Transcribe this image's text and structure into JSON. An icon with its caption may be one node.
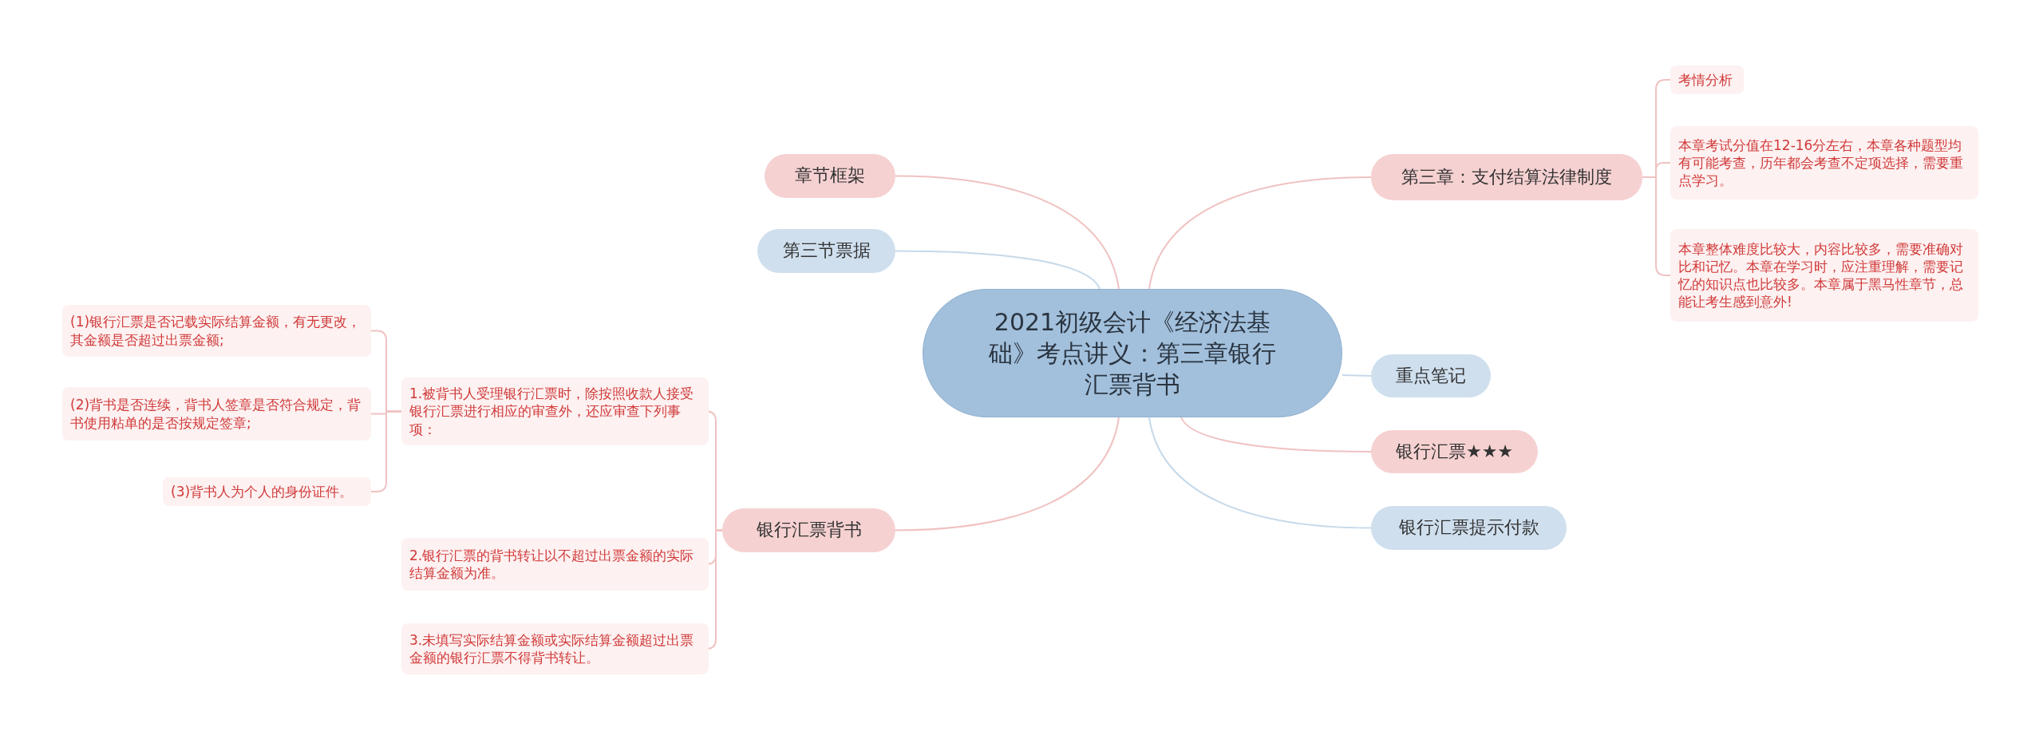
{
  "diagram": {
    "nodes": [
      {
        "text": [
          "2021初级会计《经济法基础》考点讲义：第三章银行汇票背书"
        ]
      },
      {
        "text": [
          "章节框架"
        ]
      },
      {
        "text": [
          "第三节票据"
        ]
      },
      {
        "text": [
          "银行汇票背书"
        ]
      },
      {
        "text": [
          "1.被背书人受理银行汇票时，除按照收款人接受银行汇票进行相应的审查外，还应审查下列事项："
        ]
      },
      {
        "text": [
          "(1)银行汇票是否记载实际结算金额，有无更改，其金额是否超过出票金额;"
        ]
      },
      {
        "text": [
          "(2)背书是否连续，背书人签章是否符合规定，背书使用粘单的是否按规定签章;"
        ]
      },
      {
        "text": [
          "(3)背书人为个人的身份证件。"
        ]
      },
      {
        "text": [
          "2.银行汇票的背书转让以不超过出票金额的实际结算金额为准。"
        ]
      },
      {
        "text": [
          "3.未填写实际结算金额或实际结算金额超过出票金额的银行汇票不得背书转让。"
        ]
      },
      {
        "text": [
          "第三章：支付结算法律制度"
        ]
      },
      {
        "text": [
          "考情分析"
        ]
      },
      {
        "text": [
          "本章考试分值在12-16分左右，本章各种题型均有可能考查，历年都会考查不定项选择，需要重点学习。"
        ]
      },
      {
        "text": [
          "本章整体难度比较大，内容比较多，需要准确对比和记忆。本章在学习时，应注重理解，需要记忆的知识点也比较多。本章属于黑马性章节，总能让考生感到意外!"
        ]
      },
      {
        "text": [
          "重点笔记"
        ]
      },
      {
        "text": [
          "银行汇票★★★"
        ]
      },
      {
        "text": [
          "银行汇票提示付款"
        ]
      }
    ],
    "edges": [
      {
        "from": 0,
        "to": 1,
        "arrow": "none"
      },
      {
        "from": 0,
        "to": 2,
        "arrow": "none",
        "color": "#c6d9ea"
      },
      {
        "from": 0,
        "to": 3,
        "arrow": "none"
      },
      {
        "from": 3,
        "to": 4,
        "arrow": "none"
      },
      {
        "from": 4,
        "to": 5,
        "arrow": "none"
      },
      {
        "from": 4,
        "to": 6,
        "arrow": "none"
      },
      {
        "from": 4,
        "to": 7,
        "arrow": "none"
      },
      {
        "from": 3,
        "to": 8,
        "arrow": "none"
      },
      {
        "from": 3,
        "to": 9,
        "arrow": "none"
      },
      {
        "from": 0,
        "to": 10,
        "arrow": "none"
      },
      {
        "from": 10,
        "to": 11,
        "arrow": "none"
      },
      {
        "from": 10,
        "to": 12,
        "arrow": "none"
      },
      {
        "from": 10,
        "to": 13,
        "arrow": "none"
      },
      {
        "from": 0,
        "to": 14,
        "arrow": "none",
        "color": "#c6d9ea"
      },
      {
        "from": 0,
        "to": 15,
        "arrow": "none"
      },
      {
        "from": 0,
        "to": 16,
        "arrow": "none",
        "color": "#c6d9ea"
      }
    ]
  }
}
